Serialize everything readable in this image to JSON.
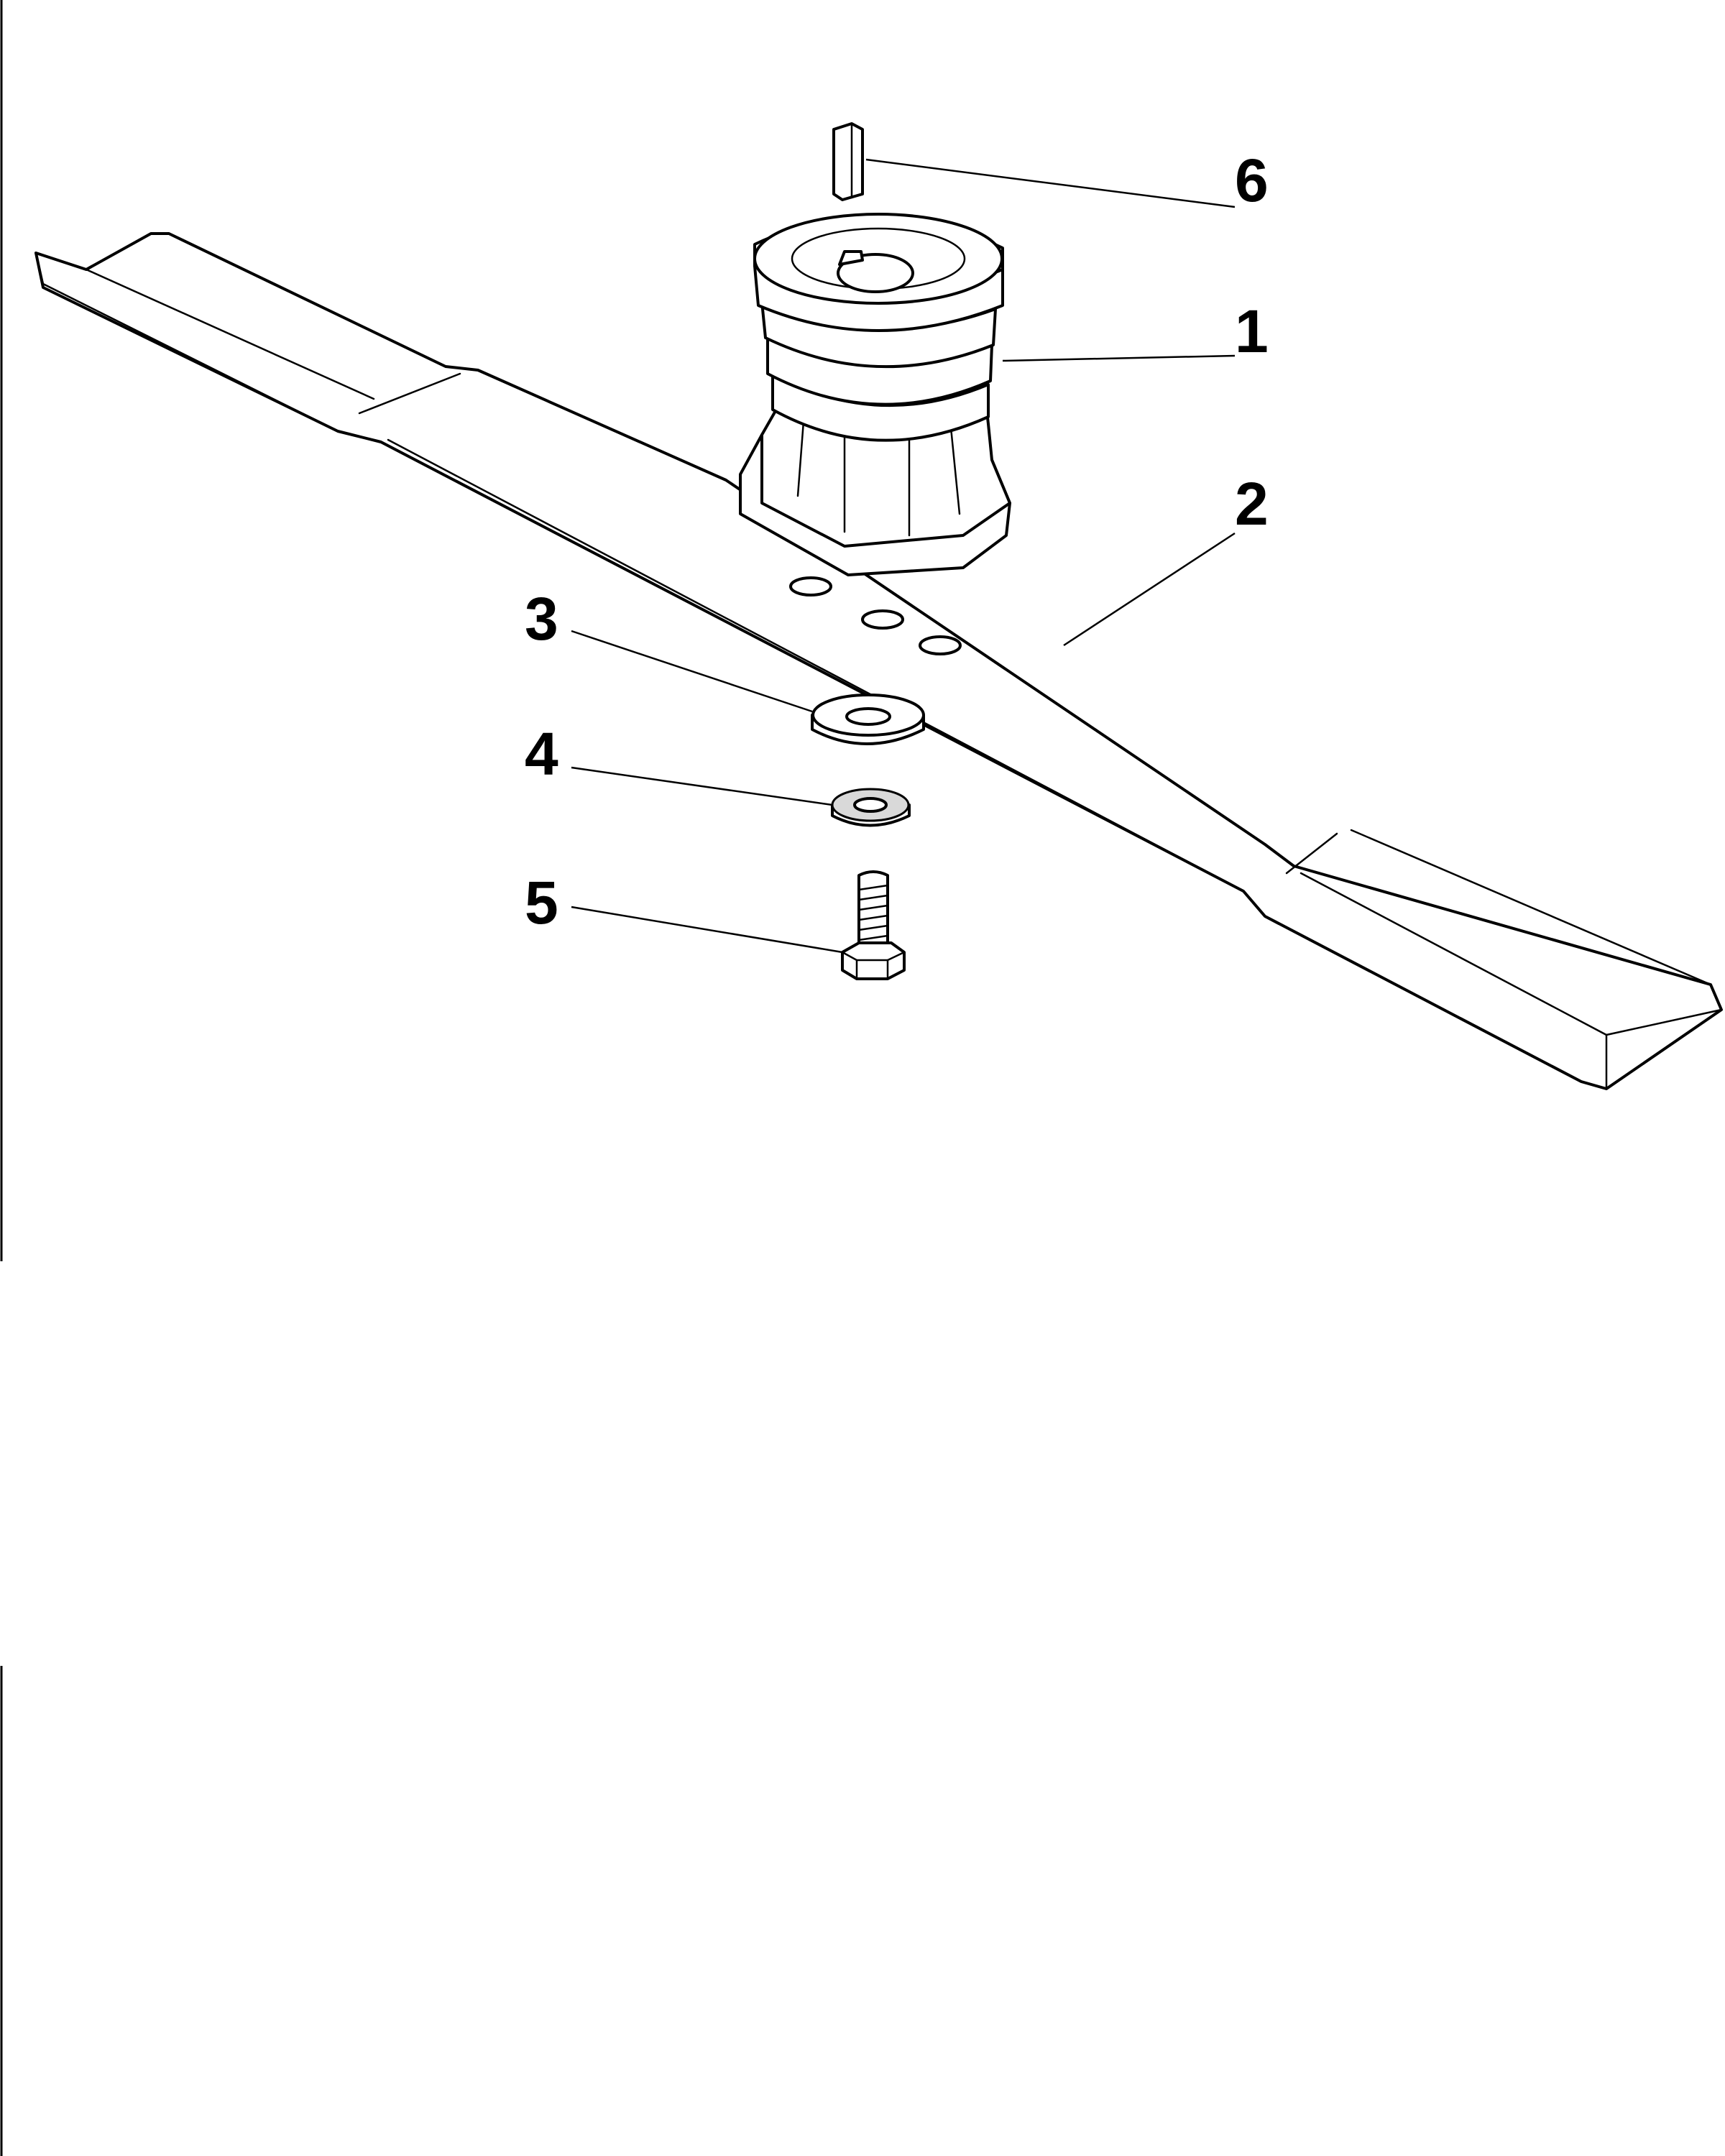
{
  "colors": {
    "ink": "#000000",
    "paper": "#ffffff",
    "shade": "#d9d9d9"
  },
  "callouts": [
    {
      "id": "1",
      "label": "1",
      "part": "blade-hub-adapter"
    },
    {
      "id": "2",
      "label": "2",
      "part": "blade"
    },
    {
      "id": "3",
      "label": "3",
      "part": "large-washer"
    },
    {
      "id": "4",
      "label": "4",
      "part": "lock-washer"
    },
    {
      "id": "5",
      "label": "5",
      "part": "hex-bolt"
    },
    {
      "id": "6",
      "label": "6",
      "part": "key"
    }
  ]
}
